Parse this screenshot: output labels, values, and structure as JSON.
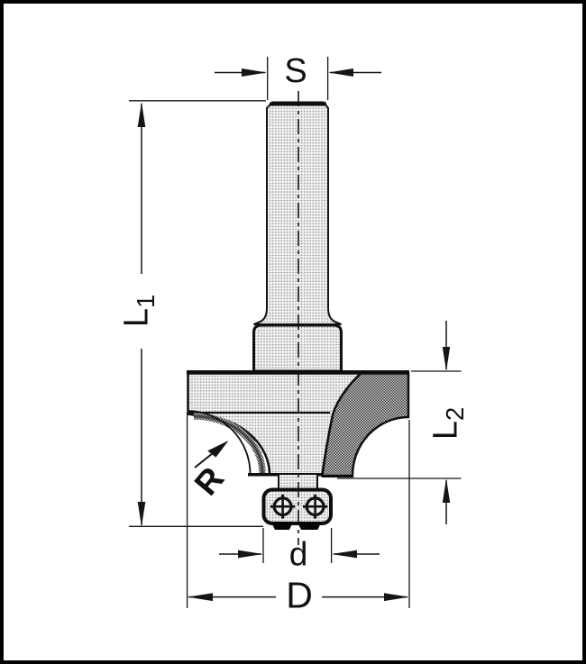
{
  "drawing": {
    "title": "roundover-router-bit-dimension-diagram",
    "labels": {
      "shank_diameter": "S",
      "overall_length_base": "L",
      "overall_length_sub": "1",
      "cutting_length_base": "L",
      "cutting_length_sub": "2",
      "radius": "R",
      "bearing_diameter": "d",
      "cutting_diameter": "D"
    },
    "colors": {
      "line": "#111111",
      "frame": "#000000",
      "background": "#ffffff",
      "steel_hatch_fill": "#f1f1f1",
      "steel_hatch_dot": "#909090",
      "carbide_hatch_fill": "#cfcfcf",
      "carbide_hatch_check": "#3a3a3a"
    }
  }
}
